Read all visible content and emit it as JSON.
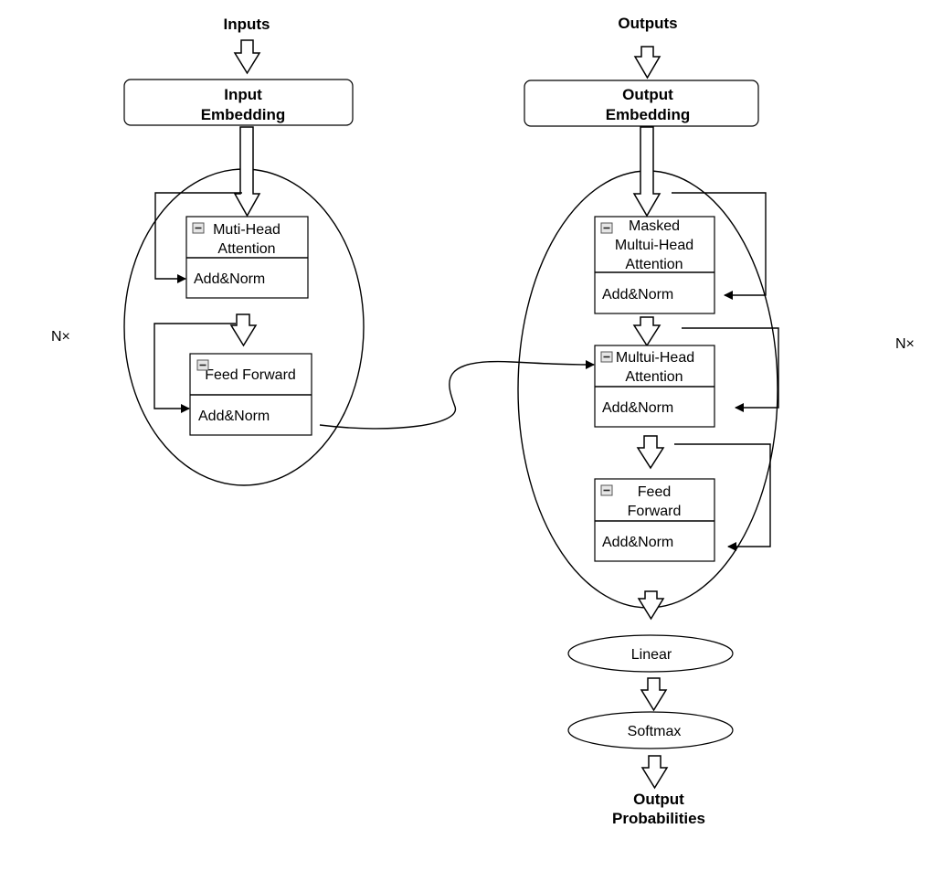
{
  "inputs_title": "Inputs",
  "outputs_title": "Outputs",
  "input_embedding": [
    "Input",
    "Embedding"
  ],
  "output_embedding": [
    "Output",
    "Embedding"
  ],
  "encoder": {
    "attention": [
      "Muti-Head",
      "Attention"
    ],
    "add_norm_1": "Add&Norm",
    "feed_forward": "Feed Forward",
    "add_norm_2": "Add&Norm",
    "repeat_label": "N×"
  },
  "decoder": {
    "masked_attention": [
      "Masked",
      "Multui-Head",
      "Attention"
    ],
    "add_norm_1": "Add&Norm",
    "attention": [
      "Multui-Head",
      "Attention"
    ],
    "add_norm_2": "Add&Norm",
    "feed_forward": [
      "Feed",
      "Forward"
    ],
    "add_norm_3": "Add&Norm",
    "repeat_label": "N×"
  },
  "linear": "Linear",
  "softmax": "Softmax",
  "output_probabilities": [
    "Output",
    "Probabilities"
  ]
}
